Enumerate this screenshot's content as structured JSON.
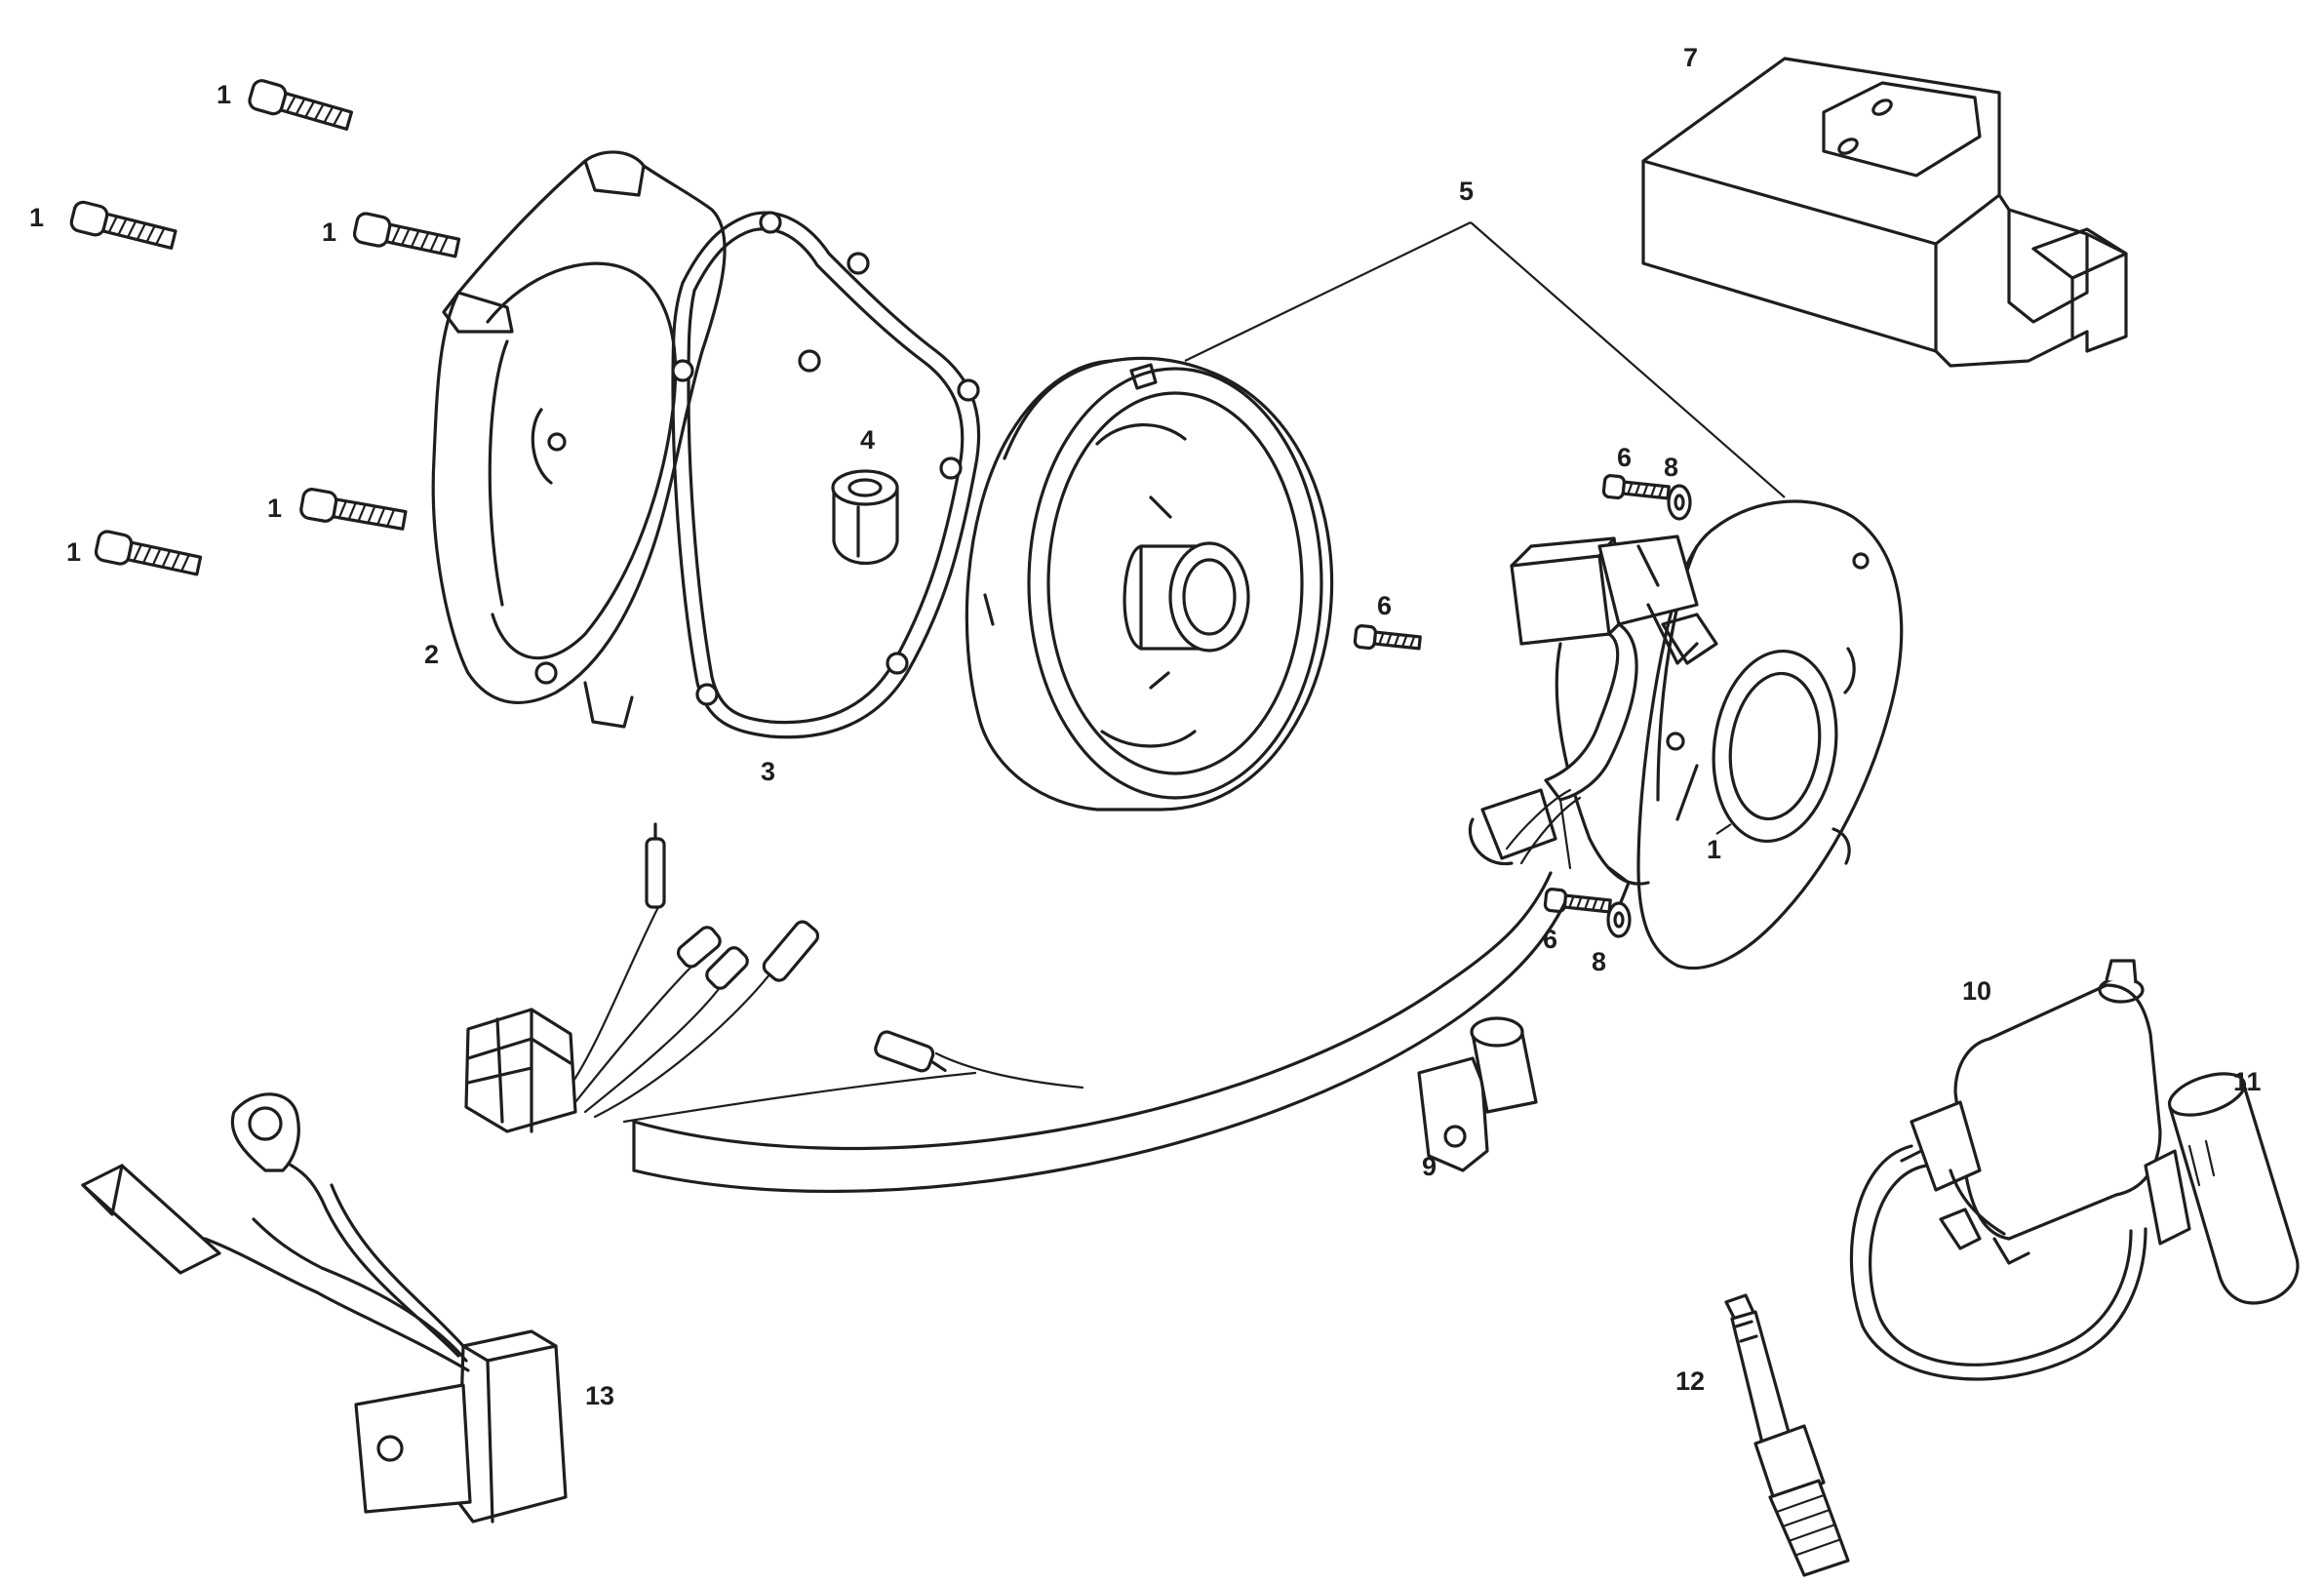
{
  "callouts": {
    "bolt_a": "1",
    "bolt_b": "1",
    "bolt_c": "1",
    "bolt_d": "1",
    "bolt_e": "1",
    "stator_inner": "1",
    "cover": "2",
    "gasket": "3",
    "bushing": "4",
    "flywheel_stator_assembly": "5",
    "screw_top": "6",
    "screw_mid": "6",
    "screw_bottom": "6",
    "washer_top": "8",
    "washer_bottom": "8",
    "cdi_unit": "7",
    "pickup_sensor": "9",
    "ignition_coil": "10",
    "spark_plug_cap": "11",
    "spark_plug": "12",
    "regulator": "13"
  }
}
